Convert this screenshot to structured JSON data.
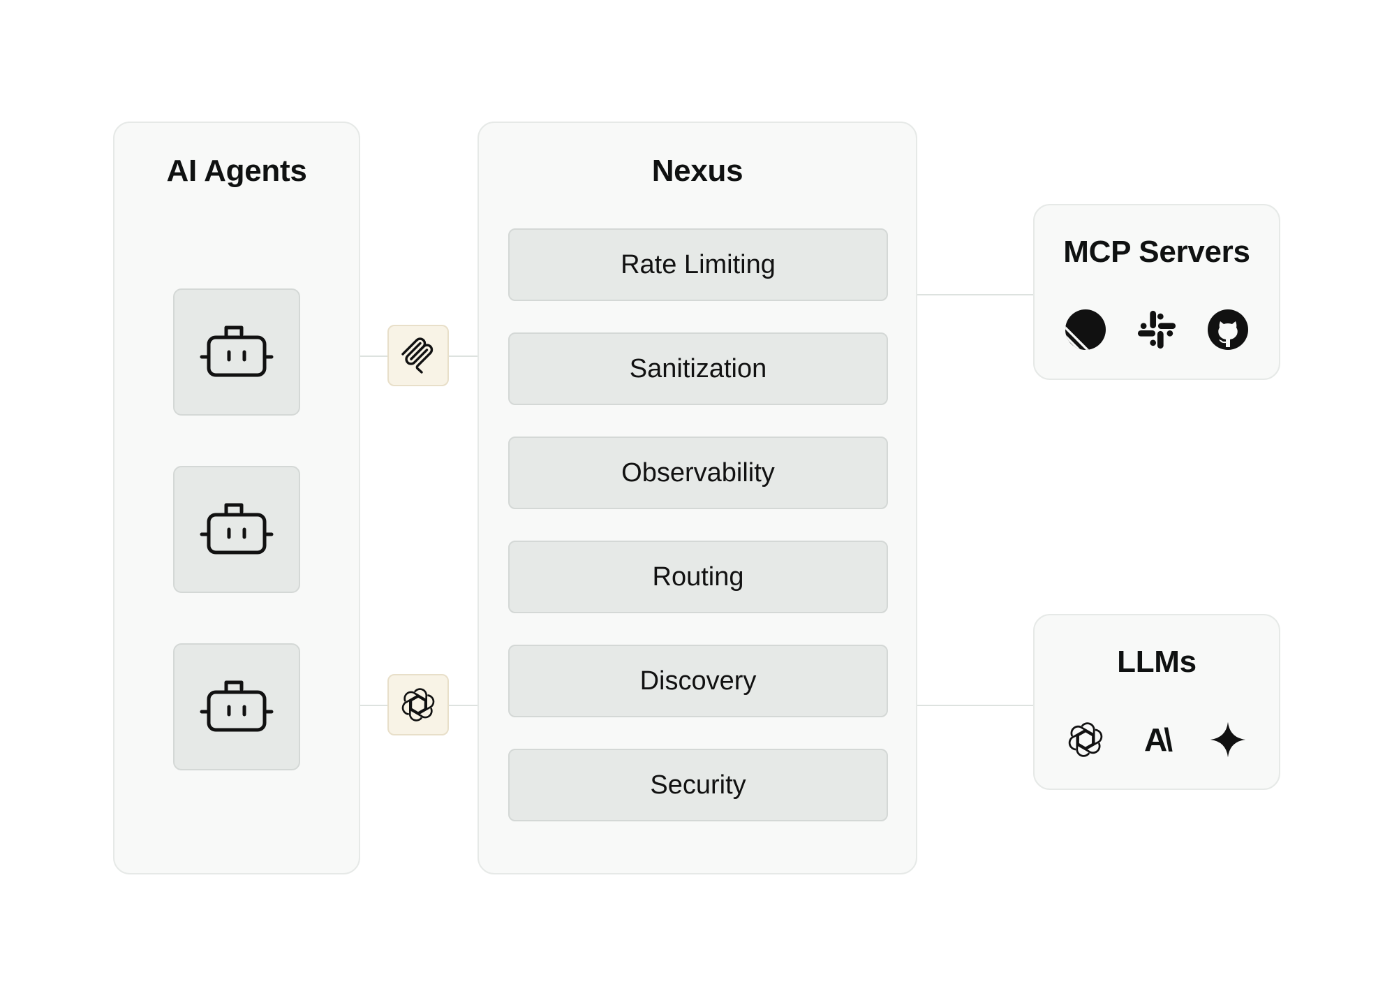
{
  "agents_panel": {
    "title": "AI Agents",
    "agent_icons": [
      "robot-icon",
      "robot-icon",
      "robot-icon"
    ]
  },
  "nexus_panel": {
    "title": "Nexus",
    "features": [
      "Rate Limiting",
      "Sanitization",
      "Observability",
      "Routing",
      "Discovery",
      "Security"
    ]
  },
  "connector_badges": [
    "mcp-logo-icon",
    "openai-logo-icon"
  ],
  "mcp_panel": {
    "title": "MCP Servers",
    "logos": [
      "linear-logo-icon",
      "slack-logo-icon",
      "github-logo-icon"
    ]
  },
  "llms_panel": {
    "title": "LLMs",
    "logos": [
      "openai-logo-icon",
      "anthropic-logo-icon",
      "gemini-sparkle-icon"
    ],
    "anthropic_mark": "A\\"
  },
  "colors": {
    "panel_bg": "#f8f9f8",
    "panel_border": "#e6e9e7",
    "tile_bg": "#e6e9e7",
    "badge_bg": "#f8f3e6",
    "text": "#0f1111"
  }
}
